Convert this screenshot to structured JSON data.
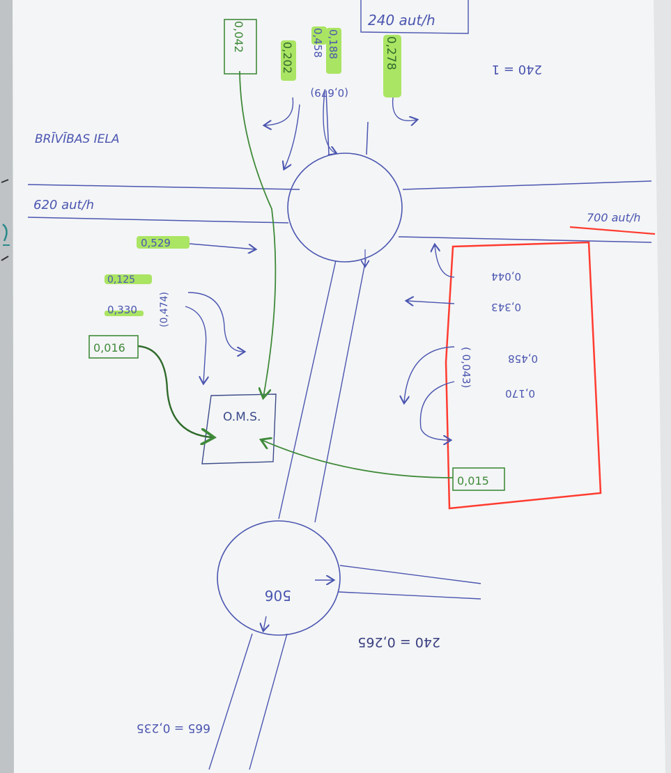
{
  "colors": {
    "ink_blue": "#4a55b0",
    "ink_green": "#3f8a3a",
    "ink_dark_green": "#2f6b2c",
    "marker_red": "#ff3b30",
    "highlight_green": "#9ee24a",
    "paper": "#f4f5f6",
    "background": "#bfc3c6"
  },
  "labels": {
    "street_name": "BRĪVĪBAS IELA",
    "flow_west": "620 aut/h",
    "flow_north": "240 aut/h",
    "flow_east": "700 aut/h",
    "top_right_note": "240 = 1",
    "o_m_s": "O.M.S.",
    "roundabout_south": "506",
    "south_note": "240 = 0,265",
    "bottom_note": "665 = 0,235"
  },
  "north_values": {
    "green_box": "0,042",
    "v1": "0,202",
    "v2": "0,458",
    "v3": "0,188",
    "paren": "(0,679)",
    "v4": "0,278"
  },
  "west_values": {
    "v1": "0,529",
    "v2": "0,125",
    "v3": "0,330",
    "paren": "(0,474)",
    "green_box": "0,016"
  },
  "east_values": {
    "v1": "0,044",
    "v2": "0,343",
    "v3": "0,458",
    "v4": "0,170",
    "paren": "( 0,043)",
    "green_box": "0,015"
  }
}
